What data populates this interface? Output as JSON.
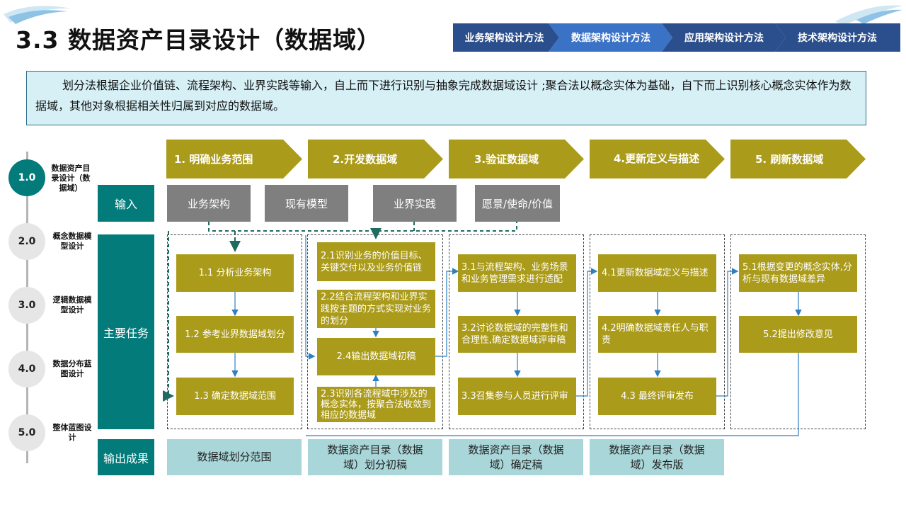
{
  "header": {
    "title": "3.3 数据资产目录设计（数据域）"
  },
  "nav_tabs": [
    {
      "label": "业务架构设计方法"
    },
    {
      "label": "数据架构设计方法"
    },
    {
      "label": "应用架构设计方法"
    },
    {
      "label": "技术架构设计方法"
    }
  ],
  "intro": {
    "text": "划分法根据企业价值链、流程架构、业界实践等输入，自上而下进行识别与抽象完成数据域设计 ;聚合法以概念实体为基础，自下而上识别核心概念实体作为数据域，其他对象根据相关性归属到对应的数据域。"
  },
  "stages": [
    {
      "num": "1.0",
      "label": "数据资产目录设计（数据域）"
    },
    {
      "num": "2.0",
      "label": "概念数据模型设计"
    },
    {
      "num": "3.0",
      "label": "逻辑数据模型设计"
    },
    {
      "num": "4.0",
      "label": "数据分布蓝图设计"
    },
    {
      "num": "5.0",
      "label": "整体蓝图设计"
    }
  ],
  "phases": [
    {
      "label": "1. 明确业务范围"
    },
    {
      "label": "2.开发数据域"
    },
    {
      "label": "3.验证数据域"
    },
    {
      "label": "4.更新定义与描述"
    },
    {
      "label": "5. 刷新数据域"
    }
  ],
  "rows": {
    "input": "输入",
    "tasks": "主要任务",
    "output": "输出成果"
  },
  "inputs": [
    {
      "label": "业务架构"
    },
    {
      "label": "现有模型"
    },
    {
      "label": "业界实践"
    },
    {
      "label": "愿景/使命/价值"
    }
  ],
  "tasks": {
    "t1_1": "1.1 分析业务架构",
    "t1_2": "1.2 参考业界数据域划分",
    "t1_3": "1.3 确定数据域范围",
    "t2_1": "2.1识别业务的价值目标、关键交付以及业务价值链",
    "t2_2": "2.2结合流程架构和业界实践按主题的方式实现对业务的划分",
    "t2_4": "2.4输出数据域初稿",
    "t2_3": "2.3识别各流程域中涉及的概念实体，按聚合法收敛到相应的数据域",
    "t3_1": "3.1与流程架构、业务场景和业务管理需求进行适配",
    "t3_2": "3.2讨论数据域的完整性和合理性,确定数据域评审稿",
    "t3_3": "3.3召集参与人员进行评审",
    "t4_1": "4.1更新数据域定义与描述",
    "t4_2": "4.2明确数据域责任人与职责",
    "t4_3": "4.3 最终评审发布",
    "t5_1": "5.1根据变更的概念实体,分析与现有数据域差异",
    "t5_2": "5.2提出修改意见"
  },
  "outputs": [
    {
      "label": "数据域划分范围"
    },
    {
      "label": "数据资产目录（数据域）划分初稿"
    },
    {
      "label": "数据资产目录（数据域）确定稿"
    },
    {
      "label": "数据资产目录（数据域）发布版"
    }
  ],
  "colors": {
    "teal": "#037b7b",
    "olive": "#ab9b1b",
    "gray": "#7f7f7f",
    "light_teal": "#a9d6d8",
    "nav_blue": "#2b4f8c",
    "nav_active": "#3a72c6",
    "arrow_blue": "#2f7fc1"
  }
}
